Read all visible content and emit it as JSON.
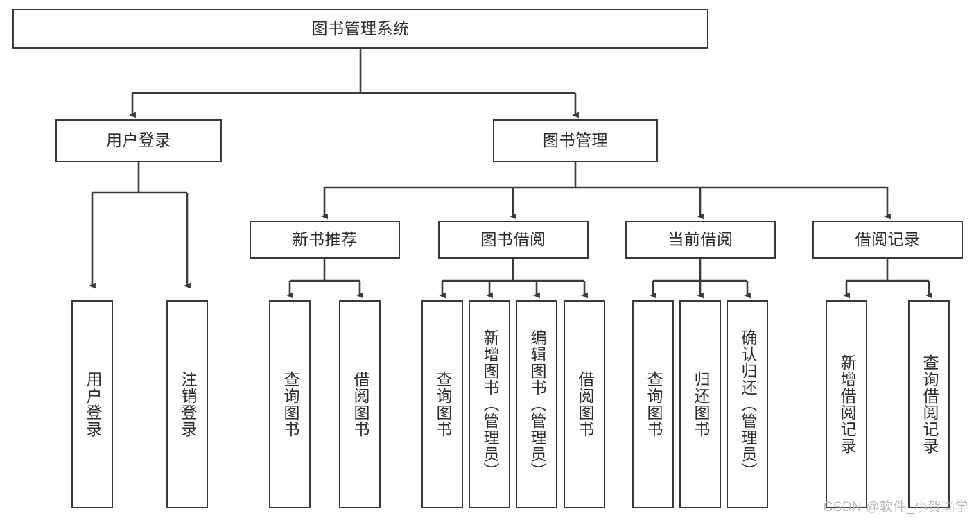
{
  "diagram": {
    "title": "图书管理系统",
    "type": "tree",
    "watermark": "CSDN @软件_小贺同学",
    "colors": {
      "node_border": "#3a3a3a",
      "node_fill": "#ffffff",
      "edge": "#3a3a3a",
      "text": "#2b2b2b",
      "watermark": "#b9b9b9",
      "background": "#ffffff"
    },
    "nodes": {
      "root": {
        "label": "图书管理系统"
      },
      "level1": [
        {
          "id": "user-login",
          "label": "用户登录"
        },
        {
          "id": "book-manage",
          "label": "图书管理"
        }
      ],
      "level2": [
        {
          "id": "new-book-recommend",
          "label": "新书推荐",
          "parent": "book-manage"
        },
        {
          "id": "book-borrow",
          "label": "图书借阅",
          "parent": "book-manage"
        },
        {
          "id": "current-borrow",
          "label": "当前借阅",
          "parent": "book-manage"
        },
        {
          "id": "borrow-record",
          "label": "借阅记录",
          "parent": "book-manage"
        }
      ],
      "leaves": [
        {
          "id": "leaf-user-login",
          "label": "用户登录",
          "parent": "user-login"
        },
        {
          "id": "leaf-logout-login",
          "label": "注销登录",
          "parent": "user-login"
        },
        {
          "id": "leaf-query-book-1",
          "label": "查询图书",
          "parent": "new-book-recommend"
        },
        {
          "id": "leaf-borrow-book-1",
          "label": "借阅图书",
          "parent": "new-book-recommend"
        },
        {
          "id": "leaf-query-book-2",
          "label": "查询图书",
          "parent": "book-borrow"
        },
        {
          "id": "leaf-add-book",
          "label": "新增图书（管理员）",
          "parent": "book-borrow"
        },
        {
          "id": "leaf-edit-book",
          "label": "编辑图书（管理员）",
          "parent": "book-borrow"
        },
        {
          "id": "leaf-borrow-book-2",
          "label": "借阅图书",
          "parent": "book-borrow"
        },
        {
          "id": "leaf-query-book-3",
          "label": "查询图书",
          "parent": "current-borrow"
        },
        {
          "id": "leaf-return-book",
          "label": "归还图书",
          "parent": "current-borrow"
        },
        {
          "id": "leaf-confirm-return",
          "label": "确认归还（管理员）",
          "parent": "current-borrow"
        },
        {
          "id": "leaf-add-record",
          "label": "新增借阅记录",
          "parent": "borrow-record"
        },
        {
          "id": "leaf-query-record",
          "label": "查询借阅记录",
          "parent": "borrow-record"
        }
      ]
    }
  }
}
